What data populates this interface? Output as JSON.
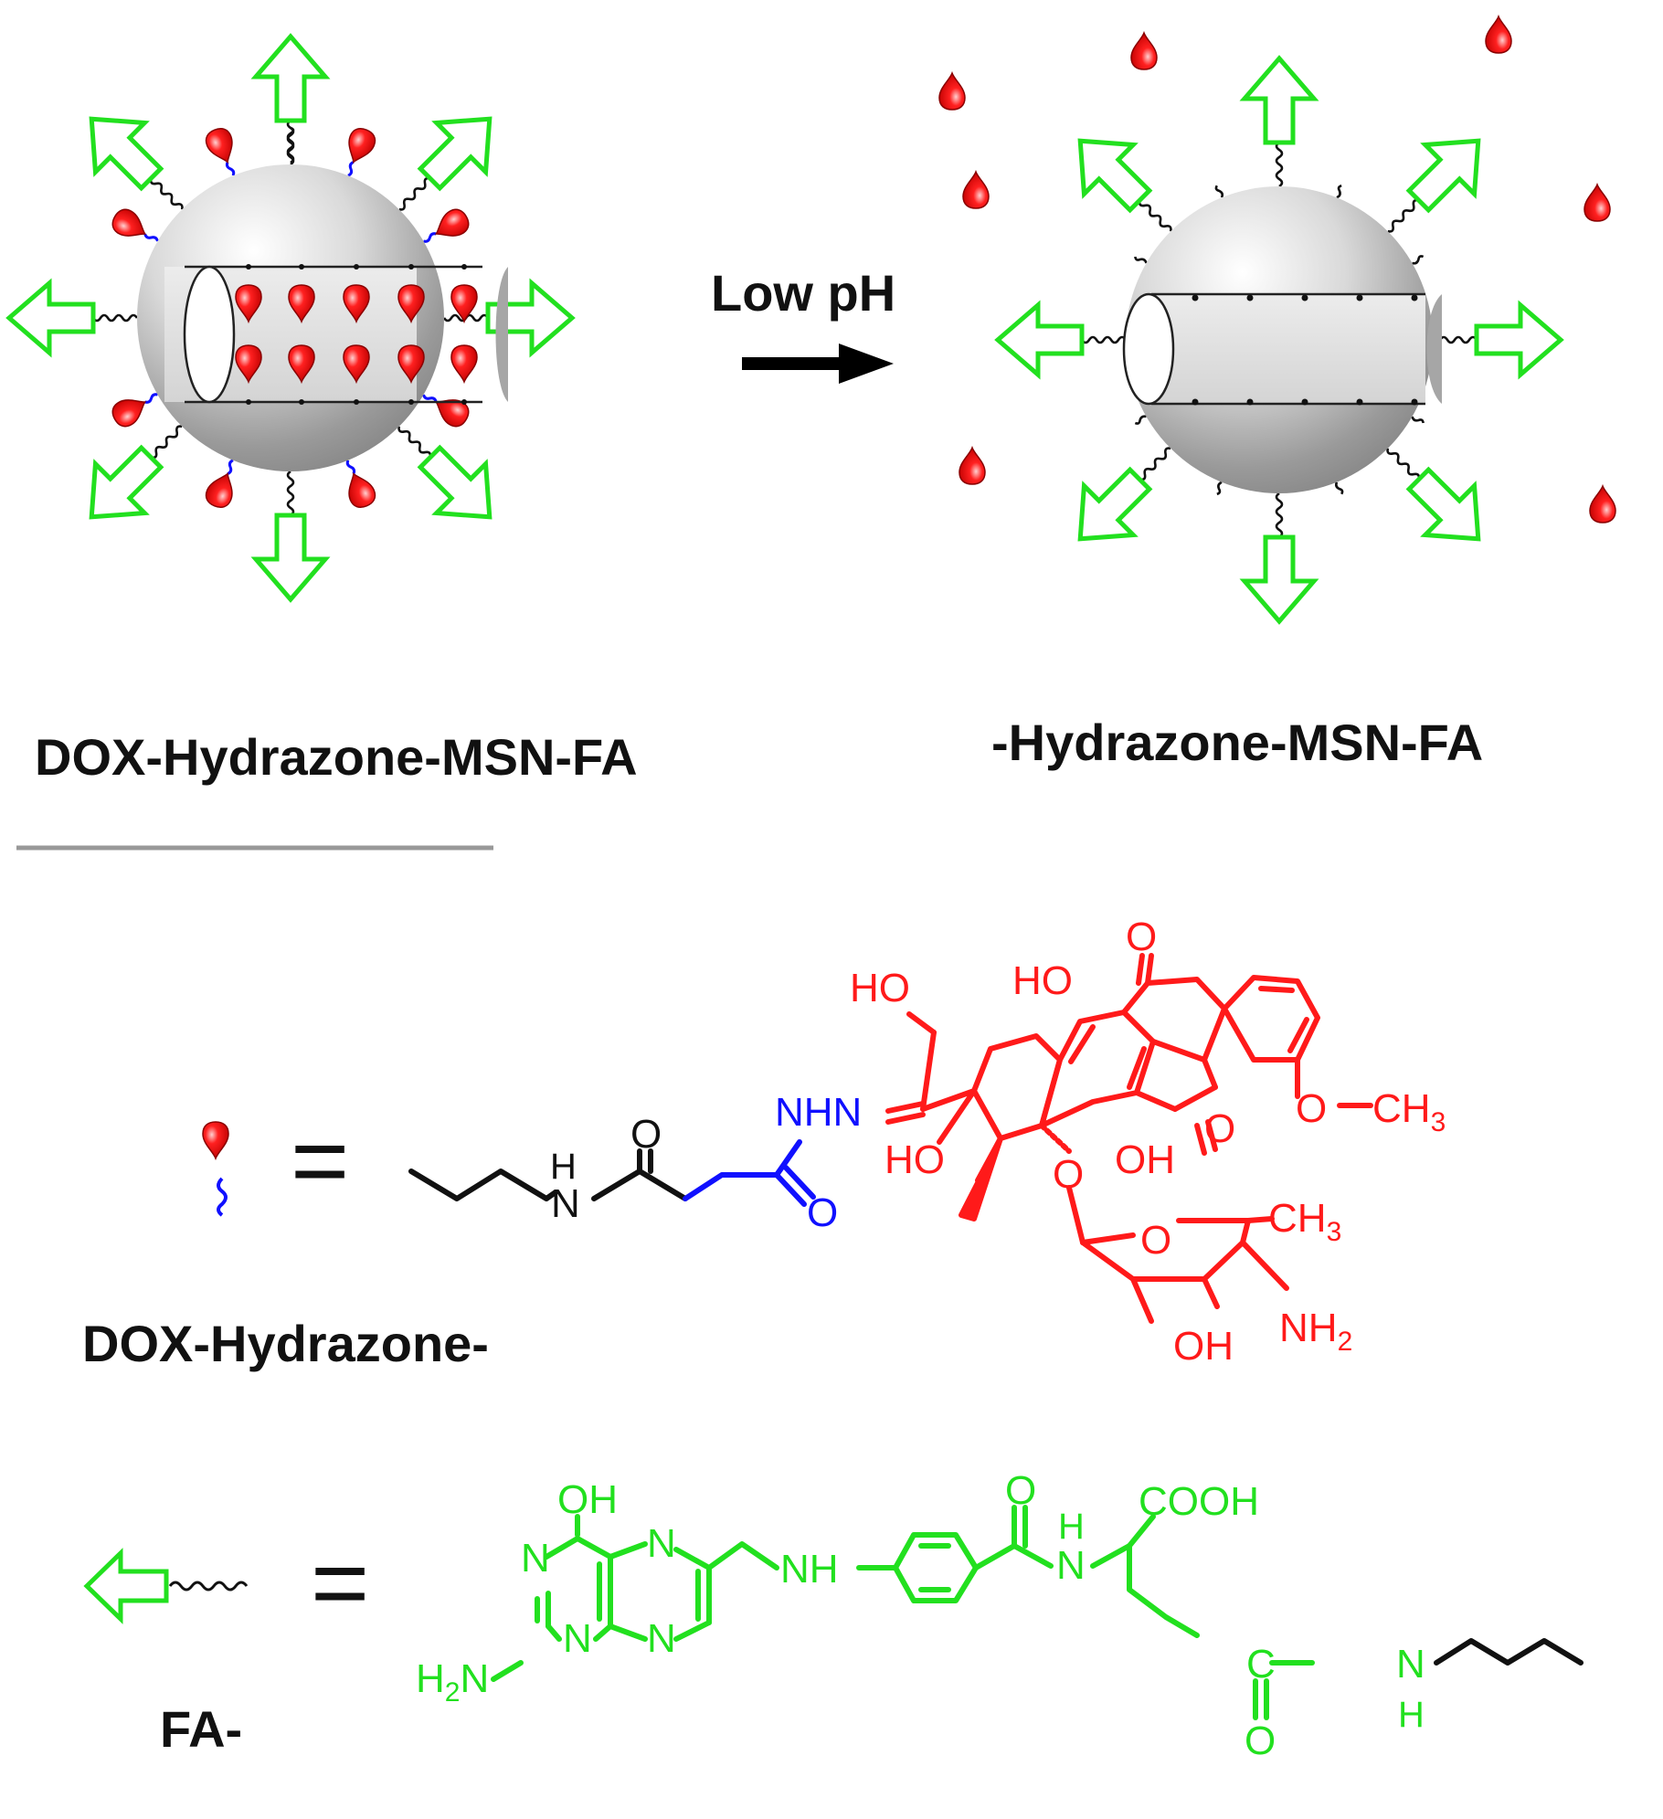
{
  "labels": {
    "arrow": "Low pH",
    "left_particle": "DOX-Hydrazone-MSN-FA",
    "right_particle": "-Hydrazone-MSN-FA",
    "dox_legend": "DOX-Hydrazone-",
    "fa_legend": "FA-",
    "equals": "="
  },
  "dox_atoms": {
    "ho_top": "HO",
    "ho_ring": "HO",
    "o_quinone_top": "O",
    "o_quinone_bottom": "O",
    "o_methoxy": "O",
    "ch3_methoxy": "CH",
    "ch3_methoxy_sub": "3",
    "ho_tertiary": "HO",
    "oh_ring_bottom": "OH",
    "o_ether": "O",
    "o_sugar": "O",
    "ch3_sugar": "CH",
    "ch3_sugar_sub": "3",
    "nh2": "NH",
    "nh2_sub": "2",
    "oh_sugar": "OH",
    "nhn": "NHN",
    "o_amide_blue": "O",
    "h_amide": "H",
    "n_amide": "N",
    "o_amide": "O"
  },
  "fa_atoms": {
    "oh_top": "OH",
    "n1": "N",
    "n2": "N",
    "n3": "N",
    "n4": "N",
    "h2n": "H",
    "h2n_sub": "2",
    "h2n_n": "N",
    "nh": "NH",
    "o_carbonyl": "O",
    "h_amide": "H",
    "n_amide": "N",
    "cooh": "COOH",
    "c_amide": "C",
    "o_amide": "O",
    "n_amide2": "N",
    "h_amide2": "H"
  },
  "colors": {
    "drug_red": "#ff1a1a",
    "linker_blue": "#1010ff",
    "folate_green": "#22e01f",
    "sphere_gray": "#bdbdbd",
    "text_black": "#111111",
    "separator_gray": "#999999"
  }
}
